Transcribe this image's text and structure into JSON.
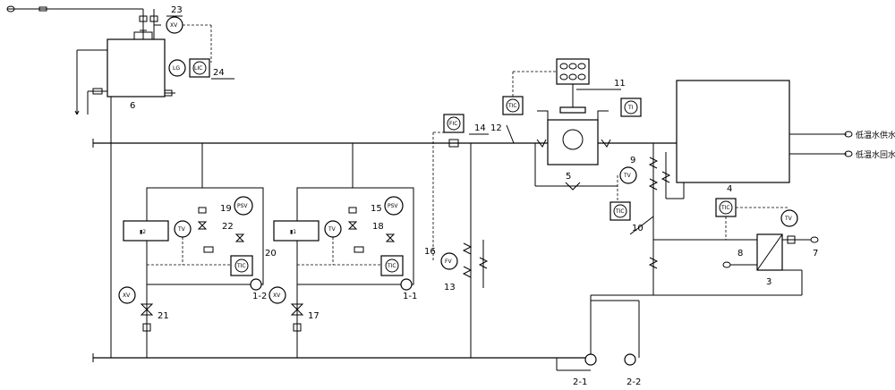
{
  "labels": {
    "n1_1": "1-1",
    "n1_2": "1-2",
    "n2_1": "2-1",
    "n2_2": "2-2",
    "n3": "3",
    "n4": "4",
    "n5": "5",
    "n6": "6",
    "n7": "7",
    "n8": "8",
    "n9": "9",
    "n10": "10",
    "n11": "11",
    "n12": "12",
    "n13": "13",
    "n14": "14",
    "n15": "15",
    "n16": "16",
    "n17": "17",
    "n18": "18",
    "n19": "19",
    "n20": "20",
    "n21": "21",
    "n22": "22",
    "n23": "23",
    "n24": "24"
  },
  "instruments": {
    "xv_top": "XV",
    "lg": "LG",
    "lic": "LIC",
    "fic": "FIC",
    "tic_top": "TIC",
    "ti": "TI",
    "tv_9": "TV",
    "tic_10": "TIC",
    "tic_4": "TIC",
    "tv_7": "TV",
    "fv": "FV",
    "tv_mid": "TV",
    "psv_mid": "PSV",
    "tic_mid": "TIC",
    "xv_mid": "XV",
    "tv_left": "TV",
    "psv_left": "PSV",
    "tic_left": "TIC",
    "xv_left": "XV"
  },
  "outlets": {
    "supply": "低温水供水",
    "return": "低温水回水"
  }
}
